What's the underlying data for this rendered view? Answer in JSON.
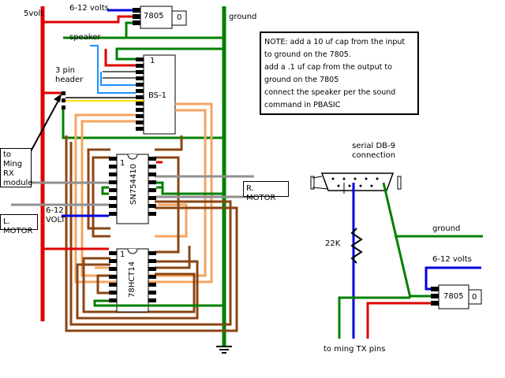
{
  "labels": {
    "five_volt": "5volt",
    "supply_top": "6-12 volts",
    "reg_top": "7805",
    "reg_top_pin": "0",
    "ground_top": "ground",
    "speaker": "speaker",
    "pin1_bs1": "1",
    "header": "3 pin\nheader",
    "bs1": "BS-1",
    "to_ming_rx": "to Ming\nRX\nmodule",
    "l_motor": "L. MOTOR",
    "supply_left": "6-12\nVOLT",
    "driver_pin1": "1",
    "driver": "SN754410",
    "r_motor": "R. MOTOR",
    "inverter_pin1": "1",
    "inverter": "78HCT14",
    "db9_label": "serial DB-9\nconnection",
    "ground_right": "ground",
    "resistor": "22K",
    "supply_right": "6-12 volts",
    "reg_right": "7805",
    "reg_right_pin": "0",
    "to_ming_tx": "to ming TX pins"
  },
  "note": "NOTE: add a 10 uf cap from the input to ground on the 7805.\nadd a .1 uf cap from the output to ground on the 7805\n connect the speaker per the sound command in PBASIC",
  "colors": {
    "power": "#e00000",
    "ground": "#008000",
    "signal_blue": "#0000e0",
    "speaker": "#1e90ff",
    "motor_brown": "#8b4513",
    "orange": "#f4a460",
    "grey": "#909090"
  }
}
